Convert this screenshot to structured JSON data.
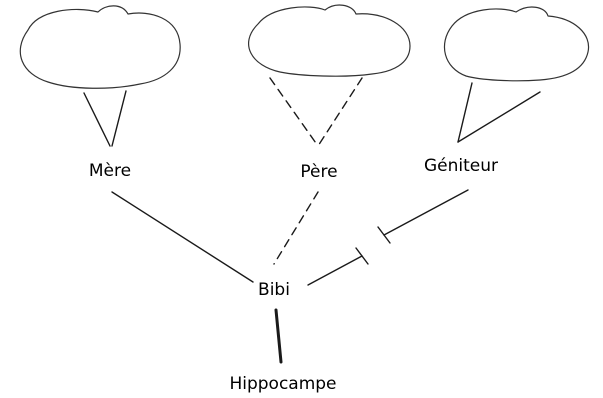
{
  "nodes": {
    "mere": {
      "label": "Mère"
    },
    "pere": {
      "label": "Père"
    },
    "geniteur": {
      "label": "Géniteur"
    },
    "bibi": {
      "label": "Bibi"
    },
    "hippocampe": {
      "label": "Hippocampe"
    }
  },
  "colors": {
    "line": "#1a1a1a",
    "cloud_outline": "#333333",
    "background": "#ffffff"
  }
}
